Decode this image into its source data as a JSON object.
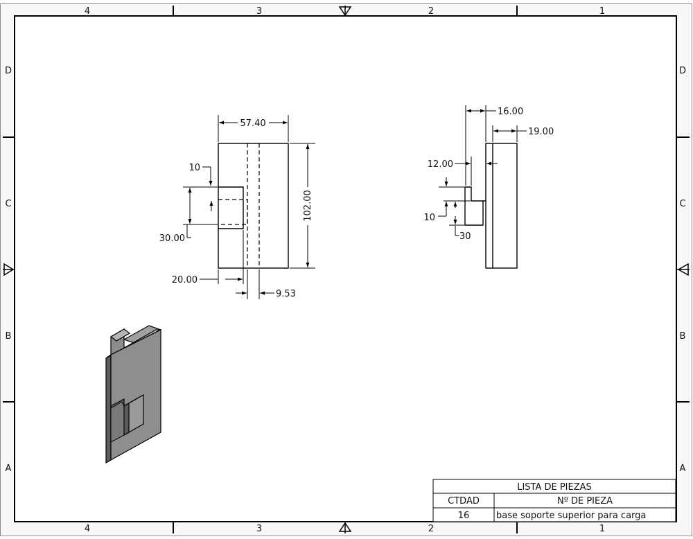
{
  "sheet": {
    "zones_top": [
      "4",
      "3",
      "2",
      "1"
    ],
    "zones_bottom": [
      "4",
      "3",
      "2",
      "1"
    ],
    "zones_left": [
      "D",
      "C",
      "B",
      "A"
    ],
    "zones_right": [
      "D",
      "C",
      "B",
      "A"
    ]
  },
  "front_view": {
    "dims": {
      "width": "57.40",
      "height": "102.00",
      "slot_top": "10",
      "slot_height": "30.00",
      "slot_depth": "20.00",
      "hidden_gap": "9.53"
    }
  },
  "side_view": {
    "dims": {
      "overall": "16.00",
      "plate": "19.00",
      "tab": "12.00",
      "ten": "10",
      "thirty": "30"
    }
  },
  "parts_list": {
    "title": "LISTA DE PIEZAS",
    "headers": [
      "CTDAD",
      "Nº DE PIEZA"
    ],
    "rows": [
      [
        "16",
        "base soporte superior para carga"
      ]
    ]
  }
}
